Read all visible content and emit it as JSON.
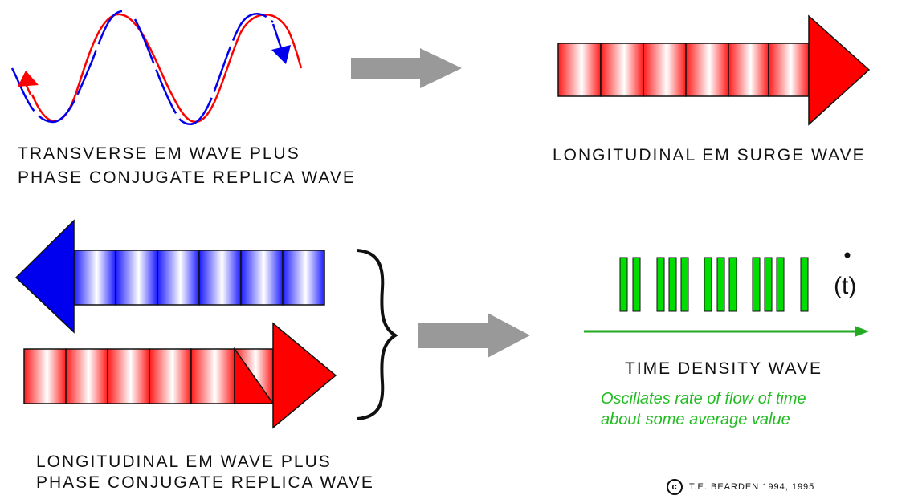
{
  "captions": {
    "transverse_line1": "TRANSVERSE EM WAVE PLUS",
    "transverse_line2": "PHASE CONJUGATE REPLICA WAVE",
    "surge": "LONGITUDINAL EM SURGE WAVE",
    "longitudinal_line1": "LONGITUDINAL  EM WAVE PLUS",
    "longitudinal_line2": "PHASE CONJUGATE REPLICA WAVE",
    "time_density": "TIME DENSITY WAVE",
    "note_line1": "Oscillates rate of flow of time",
    "note_line2": "about some average value"
  },
  "time_symbol": "(t)",
  "copyright": {
    "symbol": "c",
    "text": "T.E. BEARDEN  1994, 1995"
  },
  "colors": {
    "red": "#ff0000",
    "blue": "#0000ee",
    "green": "#00dd00",
    "gray_arrow": "#999999",
    "note_green": "#22bb22"
  },
  "icons": {
    "process_arrow": "gray-right-arrow",
    "brace": "right-curly-brace",
    "copyright": "copyright-icon"
  }
}
